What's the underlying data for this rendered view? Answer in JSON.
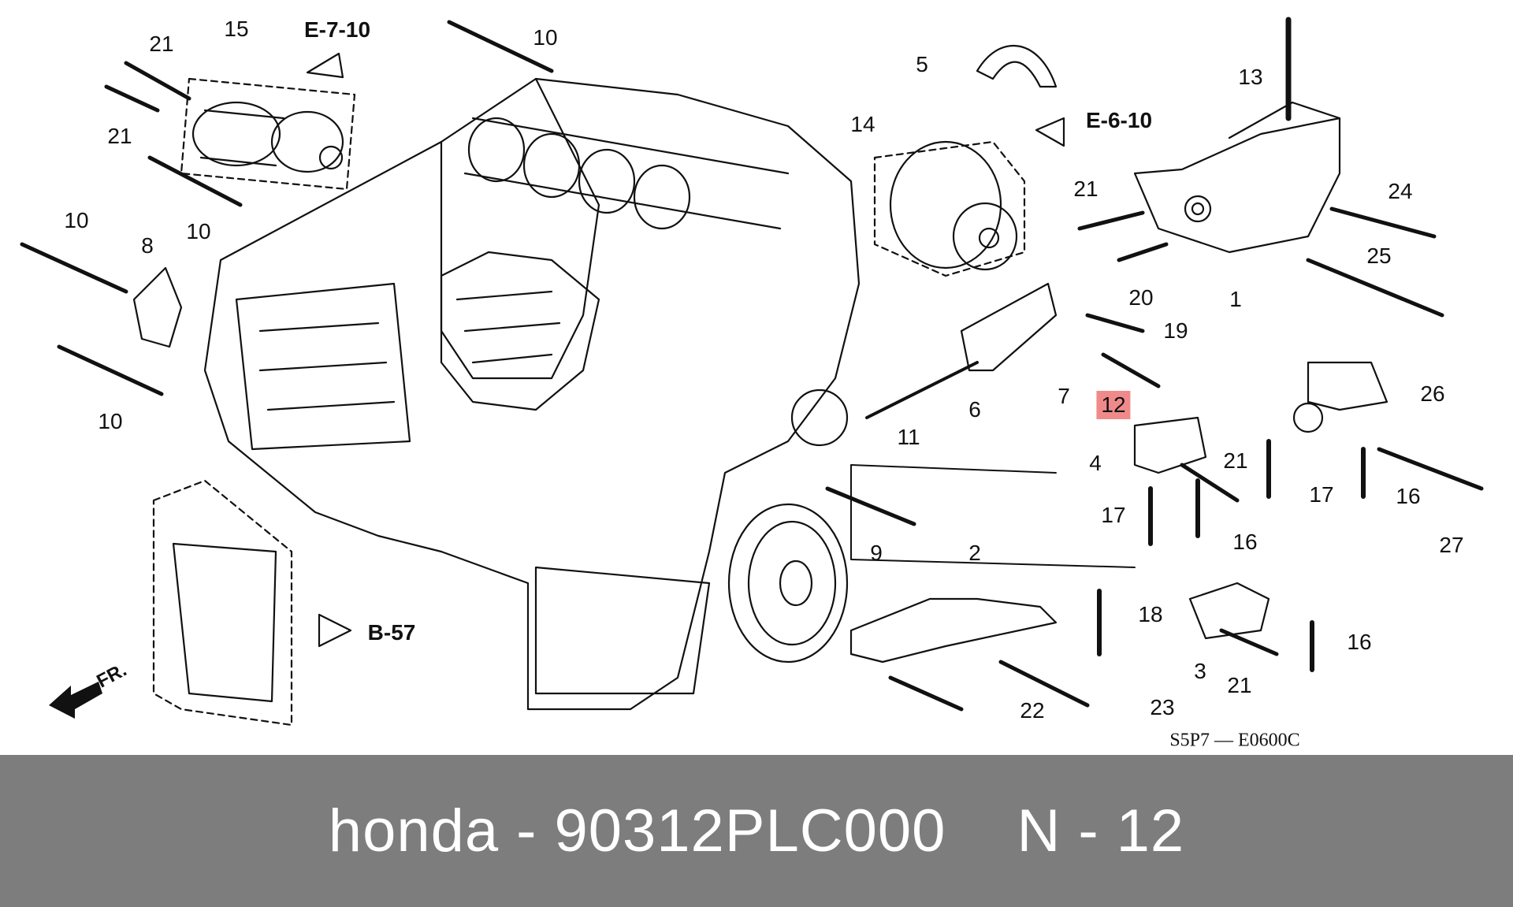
{
  "diagram": {
    "diagram_code": "S5P7 — E0600C",
    "references": [
      "E-7-10",
      "E-6-10",
      "B-57"
    ],
    "direction_label": "FR.",
    "callouts": [
      "21",
      "15",
      "21",
      "10",
      "10",
      "10",
      "8",
      "10",
      "5",
      "14",
      "13",
      "21",
      "24",
      "20",
      "25",
      "1",
      "19",
      "7",
      "12",
      "6",
      "11",
      "26",
      "4",
      "21",
      "17",
      "17",
      "16",
      "16",
      "27",
      "9",
      "2",
      "18",
      "3",
      "21",
      "16",
      "22",
      "23"
    ],
    "highlighted_callout": "12",
    "highlight_color": "#f08a8a"
  },
  "caption": {
    "brand": "honda",
    "separator": "-",
    "part_number": "90312PLC000",
    "position_prefix": "N",
    "position_number": "12"
  }
}
